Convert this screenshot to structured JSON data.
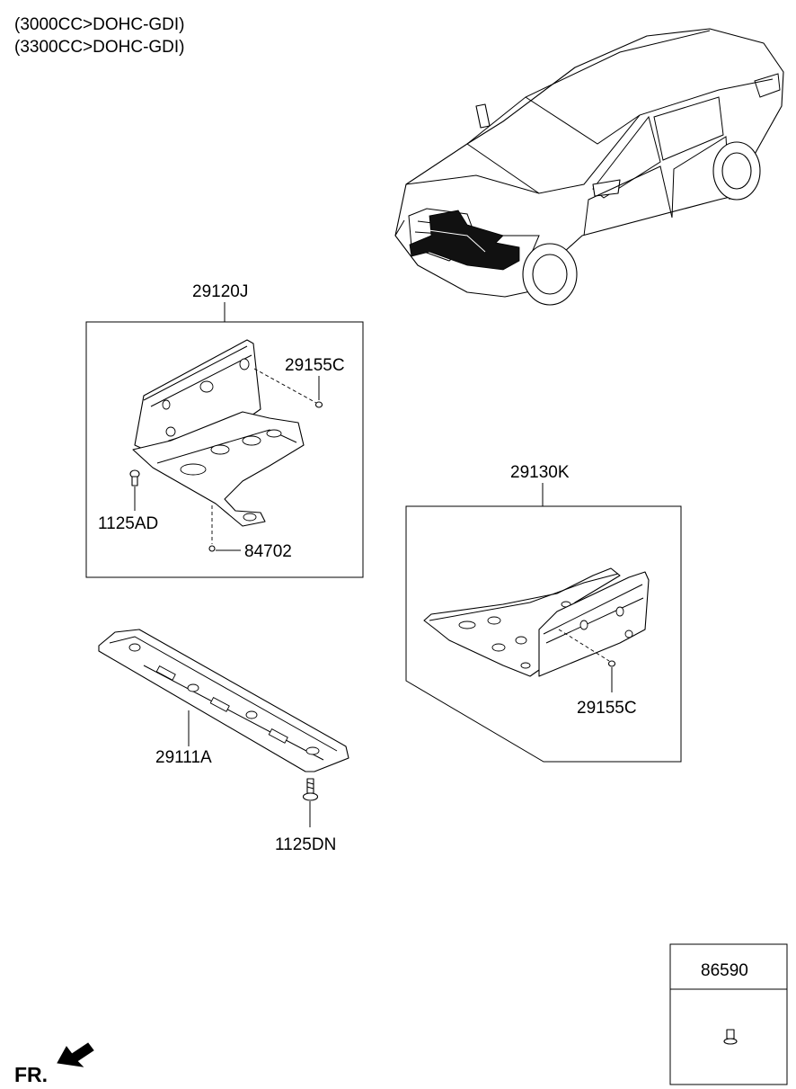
{
  "header": {
    "line1": "(3000CC>DOHC-GDI)",
    "line2": "(3300CC>DOHC-GDI)"
  },
  "parts": {
    "left_cover_assy": "29120J",
    "left_clip": "29155C",
    "left_screw": "1125AD",
    "left_nut": "84702",
    "right_cover_assy": "29130K",
    "right_clip": "29155C",
    "front_panel": "29111A",
    "front_bolt": "1125DN",
    "clip_box": "86590"
  },
  "direction_label": "FR."
}
